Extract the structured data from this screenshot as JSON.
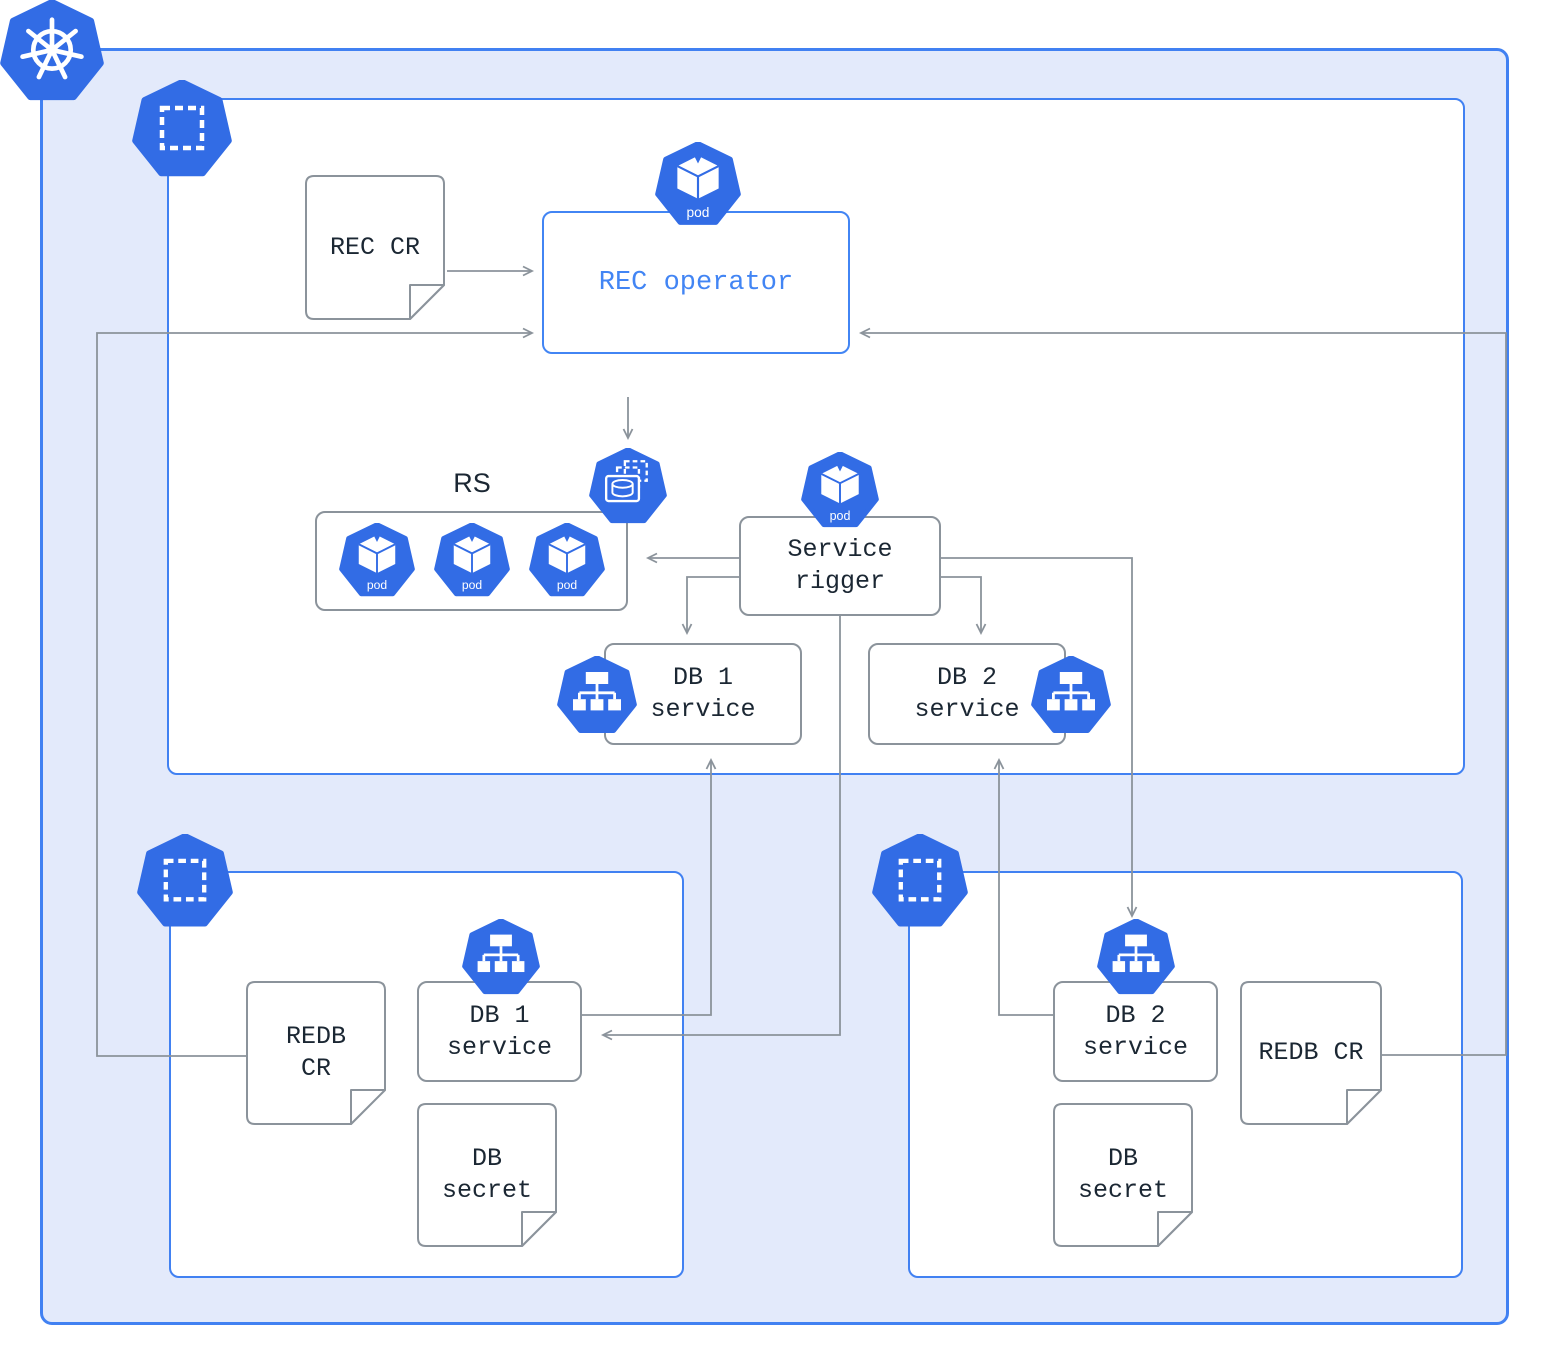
{
  "cluster": {
    "name": "kubernetes cluster",
    "colors": {
      "k8s_blue": "#326ce5",
      "border_blue": "#4181f2",
      "cluster_bg": "#e3eafb",
      "connector_gray": "#8b939b",
      "box_border_gray": "#8b939b",
      "text_dark": "#1b2733",
      "accent_text": "#4285f4"
    },
    "operator_namespace": {
      "rec_cr": "REC CR",
      "rec_operator": "REC operator",
      "rec_operator_badge": "pod",
      "rs_title": "RS",
      "rs_pods": [
        "pod",
        "pod",
        "pod"
      ],
      "service_rigger": "Service rigger",
      "service_rigger_badge": "pod",
      "db1_service": "DB 1 service",
      "db2_service": "DB 2 service"
    },
    "db1_namespace": {
      "redb_cr": "REDB CR",
      "db_service": "DB 1 service",
      "db_secret": "DB secret"
    },
    "db2_namespace": {
      "redb_cr": "REDB CR",
      "db_service": "DB 2 service",
      "db_secret": "DB secret"
    }
  }
}
